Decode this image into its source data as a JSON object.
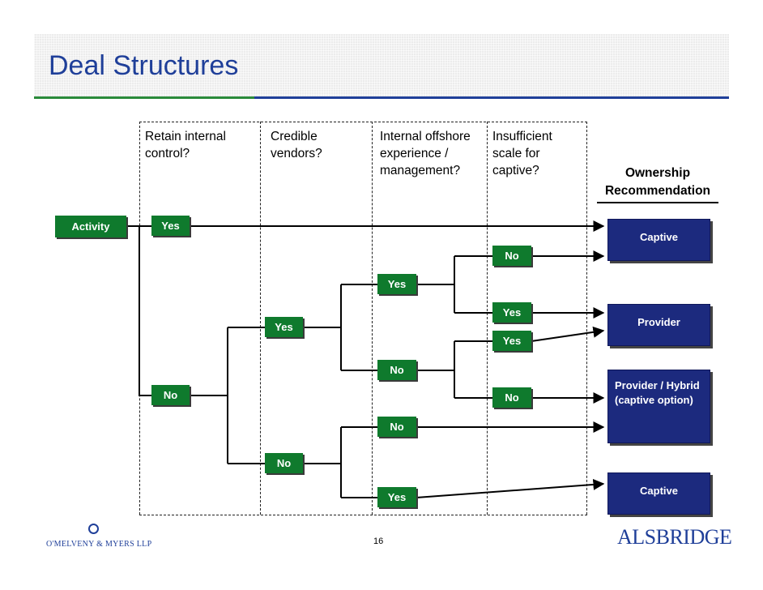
{
  "title": "Deal Structures",
  "questions": [
    {
      "lines": [
        "Retain internal",
        "control?"
      ]
    },
    {
      "lines": [
        "Credible",
        "vendors?"
      ]
    },
    {
      "lines": [
        "Internal offshore",
        "experience /",
        "management?"
      ]
    },
    {
      "lines": [
        "Insufficient",
        "scale for",
        "captive?"
      ]
    }
  ],
  "ownership_heading": {
    "lines": [
      "Ownership",
      "Recommendation"
    ]
  },
  "nodes": {
    "activity": "Activity",
    "q1_yes": "Yes",
    "q1_no": "No",
    "q2_yes": "Yes",
    "q2_no": "No",
    "q3_yes_top": "Yes",
    "q3_no_mid": "No",
    "q3_no_lower": "No",
    "q3_yes_bottom": "Yes",
    "q4_no_top": "No",
    "q4_yes_upper": "Yes",
    "q4_yes_lower": "Yes",
    "q4_no_bottom": "No"
  },
  "recommendations": {
    "captive_top": "Captive",
    "provider": "Provider",
    "hybrid": [
      "Provider / Hybrid",
      "(captive option)"
    ],
    "captive_bottom": "Captive"
  },
  "page_number": "16",
  "logos": {
    "left": "O'MELVENY & MYERS LLP",
    "right": "ALSBRIDGE"
  },
  "colors": {
    "title_blue": "#1f3f99",
    "green_box": "#0f7a2d",
    "navy_box": "#1c2a7e",
    "accent_green": "#2a8a3a"
  }
}
